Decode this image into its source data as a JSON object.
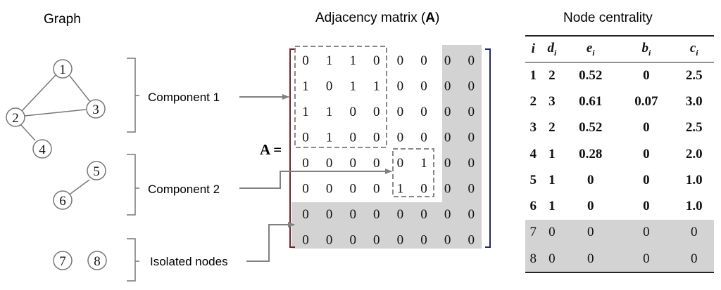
{
  "graph": {
    "title": "Graph",
    "nodes": [
      "1",
      "2",
      "3",
      "4",
      "5",
      "6",
      "7",
      "8"
    ]
  },
  "components": {
    "component1": "Component 1",
    "component2": "Component 2",
    "isolated": "Isolated nodes"
  },
  "matrix": {
    "title_prefix": "Adjacency matrix (",
    "title_symbol": "A",
    "title_suffix": ")",
    "label": "A =",
    "rows": [
      [
        "0",
        "1",
        "1",
        "0",
        "0",
        "0",
        "0",
        "0"
      ],
      [
        "1",
        "0",
        "1",
        "1",
        "0",
        "0",
        "0",
        "0"
      ],
      [
        "1",
        "1",
        "0",
        "0",
        "0",
        "0",
        "0",
        "0"
      ],
      [
        "0",
        "1",
        "0",
        "0",
        "0",
        "0",
        "0",
        "0"
      ],
      [
        "0",
        "0",
        "0",
        "0",
        "0",
        "1",
        "0",
        "0"
      ],
      [
        "0",
        "0",
        "0",
        "0",
        "1",
        "0",
        "0",
        "0"
      ],
      [
        "0",
        "0",
        "0",
        "0",
        "0",
        "0",
        "0",
        "0"
      ],
      [
        "0",
        "0",
        "0",
        "0",
        "0",
        "0",
        "0",
        "0"
      ]
    ]
  },
  "centrality": {
    "title": "Node centrality",
    "headers": [
      {
        "sym": "i",
        "sub": ""
      },
      {
        "sym": "d",
        "sub": "i"
      },
      {
        "sym": "e",
        "sub": "i"
      },
      {
        "sym": "b",
        "sub": "i"
      },
      {
        "sym": "c",
        "sub": "i"
      }
    ],
    "rows": [
      [
        "1",
        "2",
        "0.52",
        "0",
        "2.5"
      ],
      [
        "2",
        "3",
        "0.61",
        "0.07",
        "3.0"
      ],
      [
        "3",
        "2",
        "0.52",
        "0",
        "2.5"
      ],
      [
        "4",
        "1",
        "0.28",
        "0",
        "2.0"
      ],
      [
        "5",
        "1",
        "0",
        "0",
        "1.0"
      ],
      [
        "6",
        "1",
        "0",
        "0",
        "1.0"
      ],
      [
        "7",
        "0",
        "0",
        "0",
        "0"
      ],
      [
        "8",
        "0",
        "0",
        "0",
        "0"
      ]
    ]
  },
  "colors": {
    "shade": "#d3d3d3",
    "arrow": "#808080",
    "dash": "#888888",
    "bracket_left": "#7a1f2b",
    "bracket_right": "#1f2b6a"
  }
}
